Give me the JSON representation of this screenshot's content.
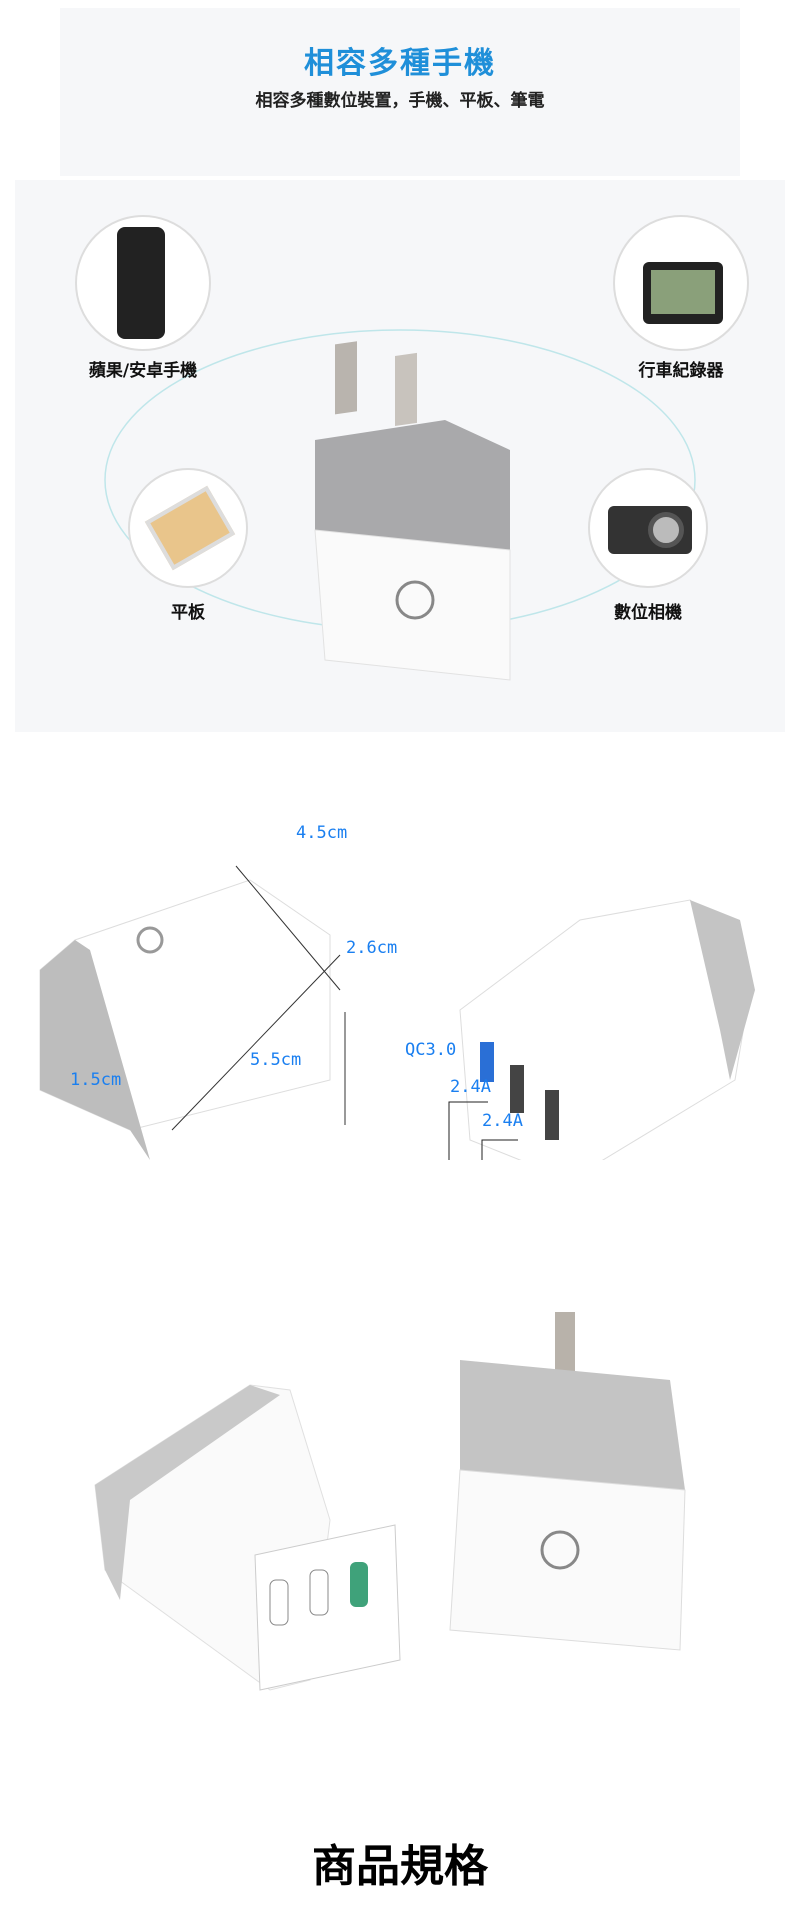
{
  "header": {
    "title": "相容多種手機",
    "subtitle": "相容多種數位裝置，手機、平板、筆電"
  },
  "devices": [
    {
      "label": "蘋果/安卓手機",
      "icon": "smartphone-icon"
    },
    {
      "label": "行車紀錄器",
      "icon": "dashcam-icon"
    },
    {
      "label": "平板",
      "icon": "tablet-icon"
    },
    {
      "label": "數位相機",
      "icon": "camera-icon"
    }
  ],
  "dimensions": {
    "length": "4.5cm",
    "height": "2.6cm",
    "width": "5.5cm",
    "prong": "1.5cm"
  },
  "ports": [
    "QC3.0",
    "2.4A",
    "2.4A"
  ],
  "spec_title": "商品規格",
  "colors": {
    "accent": "#1f8fd9",
    "dimension": "#1a7ff0"
  }
}
